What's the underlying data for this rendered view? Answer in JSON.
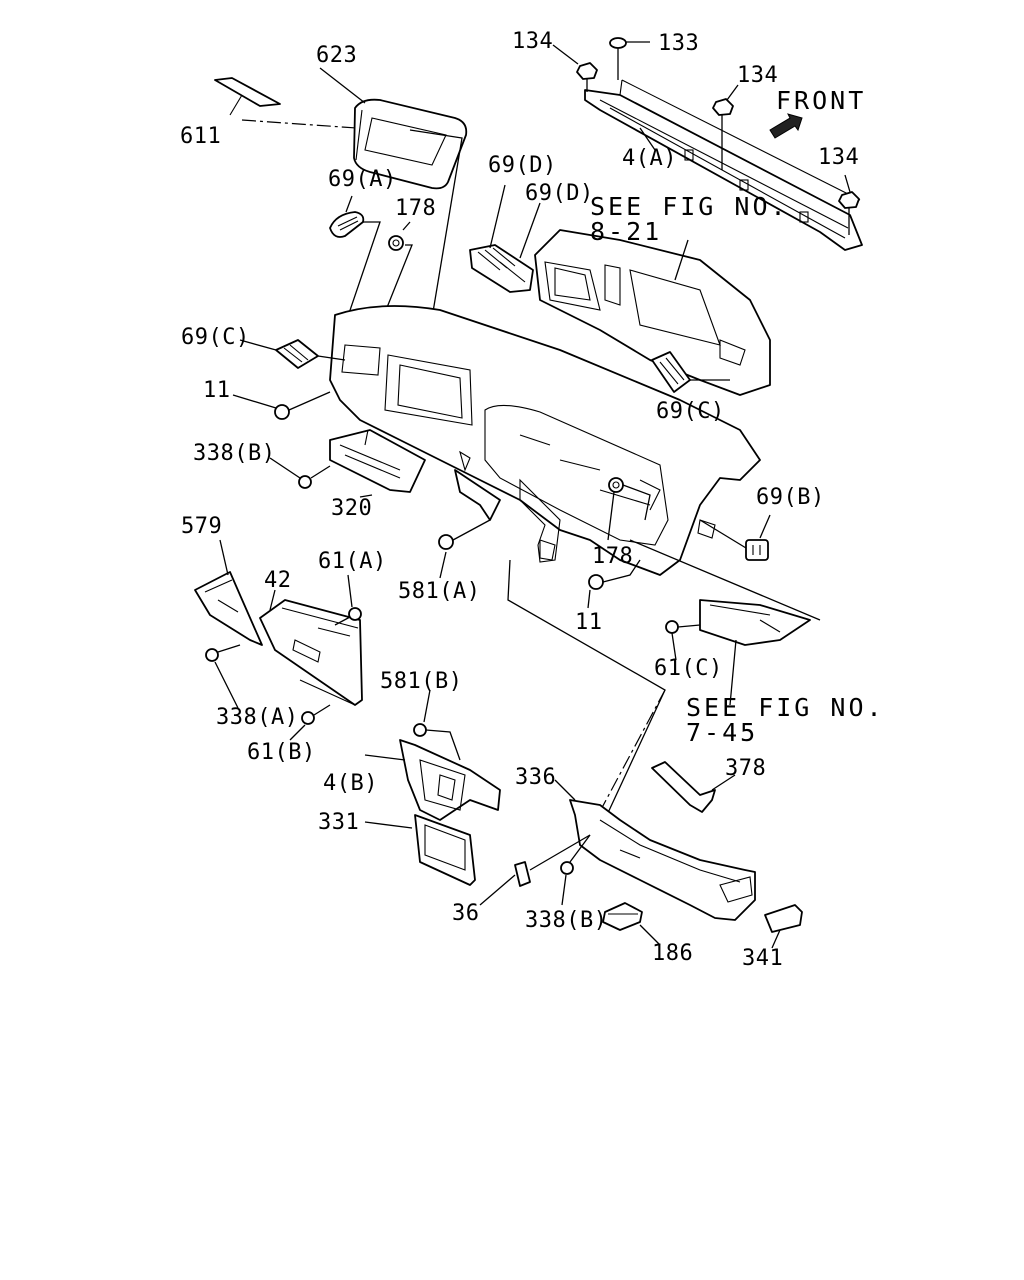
{
  "labels": {
    "l623": "623",
    "l611": "611",
    "l134a": "134",
    "l133": "133",
    "l134b": "134",
    "lfront": "FRONT",
    "l4a": "4(A)",
    "l134c": "134",
    "l69a": "69(A)",
    "l178a": "178",
    "l69d1": "69(D)",
    "l69d2": "69(D)",
    "lsee1a": "SEE FIG NO.",
    "lsee1b": "8-21",
    "l69c1": "69(C)",
    "l11a": "11",
    "l69c2": "69(C)",
    "l338b1": "338(B)",
    "l320": "320",
    "l69b": "69(B)",
    "l579": "579",
    "l42": "42",
    "l61a": "61(A)",
    "l581a": "581(A)",
    "l178b": "178",
    "l11b": "11",
    "l61c": "61(C)",
    "l338a": "338(A)",
    "l61b": "61(B)",
    "lsee2a": "SEE FIG NO.",
    "lsee2b": "7-45",
    "l581b": "581(B)",
    "l378": "378",
    "l336": "336",
    "l4b": "4(B)",
    "l331": "331",
    "l36": "36",
    "l338b2": "338(B)",
    "l186": "186",
    "l341": "341"
  },
  "icons": [
    "front-arrow-icon",
    "bolt-icon",
    "screw-icon",
    "clip-icon"
  ]
}
